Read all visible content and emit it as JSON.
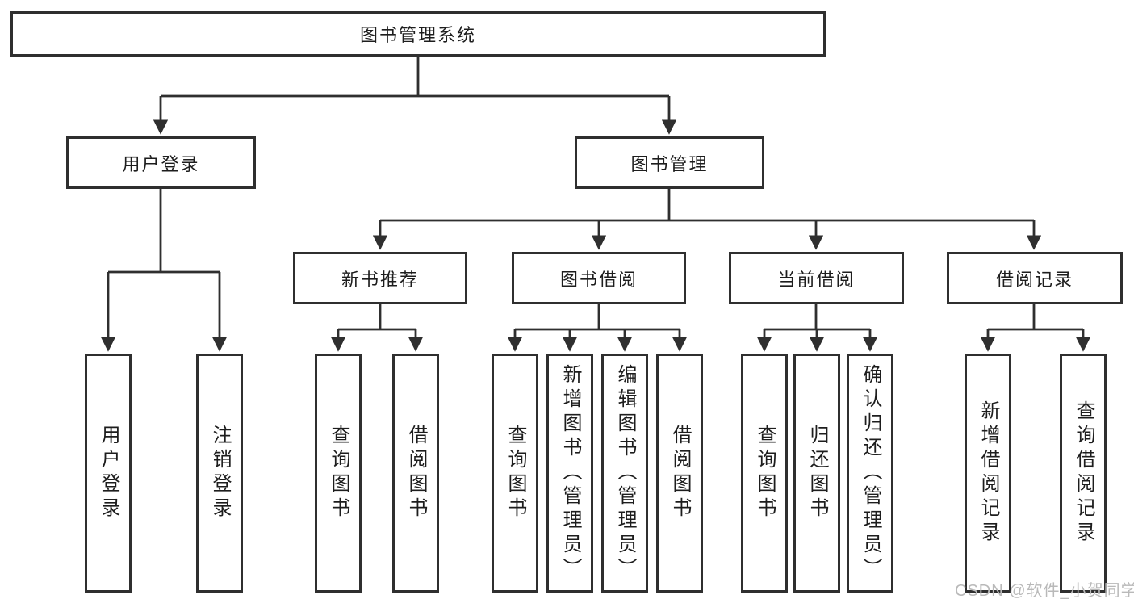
{
  "colors": {
    "line": "#2f2f2f",
    "text": "#1d1d1d",
    "background": "#ffffff",
    "watermark": "#b9b9b9"
  },
  "diagram": {
    "root": {
      "label": "图书管理系统"
    },
    "level2": [
      {
        "label": "用户登录",
        "children": [
          {
            "label": "用户登录"
          },
          {
            "label": "注销登录"
          }
        ]
      },
      {
        "label": "图书管理",
        "sections": [
          {
            "label": "新书推荐",
            "children": [
              {
                "label": "查询图书"
              },
              {
                "label": "借阅图书"
              }
            ]
          },
          {
            "label": "图书借阅",
            "children": [
              {
                "label": "查询图书"
              },
              {
                "label": "新增图书（管理员）"
              },
              {
                "label": "编辑图书（管理员）"
              },
              {
                "label": "借阅图书"
              }
            ]
          },
          {
            "label": "当前借阅",
            "children": [
              {
                "label": "查询图书"
              },
              {
                "label": "归还图书"
              },
              {
                "label": "确认归还（管理员）"
              }
            ]
          },
          {
            "label": "借阅记录",
            "children": [
              {
                "label": "新增借阅记录"
              },
              {
                "label": "查询借阅记录"
              }
            ]
          }
        ]
      }
    ]
  },
  "watermark": {
    "text": "CSDN @软件_小贺同学"
  }
}
